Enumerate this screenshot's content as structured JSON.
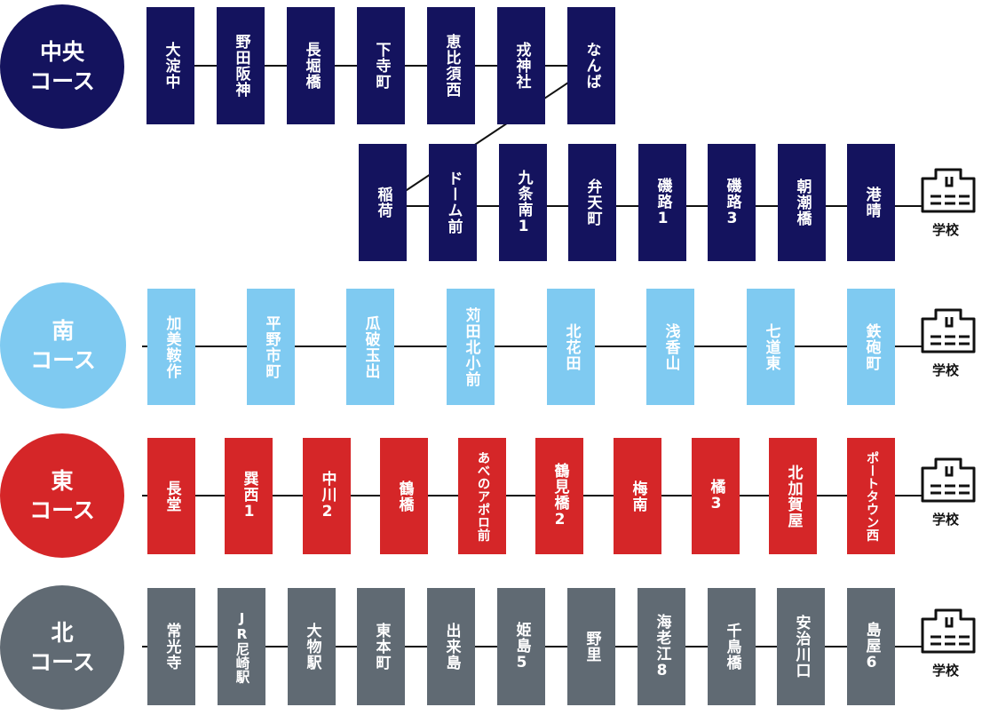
{
  "colors": {
    "chuo": "#14135e",
    "minami": "#7fcaf1",
    "higashi": "#d52628",
    "kita": "#606a73",
    "line": "#111111"
  },
  "courses": {
    "chuo": {
      "name_1": "中央",
      "name_2": "コース",
      "stops_row1": [
        "大淀中",
        "野田阪神",
        "長堀橋",
        "下寺町",
        "恵比須西",
        "戎神社",
        "なんば"
      ],
      "stops_row2": [
        "稲荷",
        "ドーム前",
        "九条南1",
        "弁天町",
        "磯路1",
        "磯路3",
        "朝潮橋",
        "港晴"
      ]
    },
    "minami": {
      "name_1": "南",
      "name_2": "コース",
      "stops": [
        "加美鞍作",
        "平野市町",
        "瓜破玉出",
        "苅田北小前",
        "北花田",
        "浅香山",
        "七道東",
        "鉄砲町"
      ]
    },
    "higashi": {
      "name_1": "東",
      "name_2": "コース",
      "stops": [
        "長堂",
        "巽西1",
        "中川2",
        "鶴橋",
        "あべのアポロ前",
        "鶴見橋2",
        "梅南",
        "橘3",
        "北加賀屋",
        "ポートタウン西"
      ]
    },
    "kita": {
      "name_1": "北",
      "name_2": "コース",
      "stops": [
        "常光寺",
        "JR尼崎駅",
        "大物駅",
        "東本町",
        "出来島",
        "姫島5",
        "野里",
        "海老江8",
        "千鳥橋",
        "安治川口",
        "島屋6"
      ]
    }
  },
  "school": {
    "label": "学校",
    "icon": "school-building-icon"
  }
}
